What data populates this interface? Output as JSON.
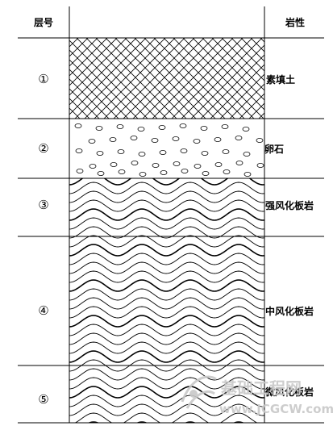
{
  "header": {
    "layer_no": "层号",
    "rock_type": "岩性"
  },
  "layers": [
    {
      "number": "①",
      "name": "素填土",
      "pattern": "crosshatch"
    },
    {
      "number": "②",
      "name": "卵石",
      "pattern": "pebbles"
    },
    {
      "number": "③",
      "name": "强风化板岩",
      "pattern": "wavy"
    },
    {
      "number": "④",
      "name": "中风化板岩",
      "pattern": "wavy"
    },
    {
      "number": "⑤",
      "name": "微风化板岩",
      "pattern": "wavy"
    }
  ],
  "watermark": {
    "cn": "基础工程网",
    "en": "www.JCGCW.com"
  },
  "colors": {
    "line": "#000000",
    "watermark": "#c8c8c8"
  }
}
